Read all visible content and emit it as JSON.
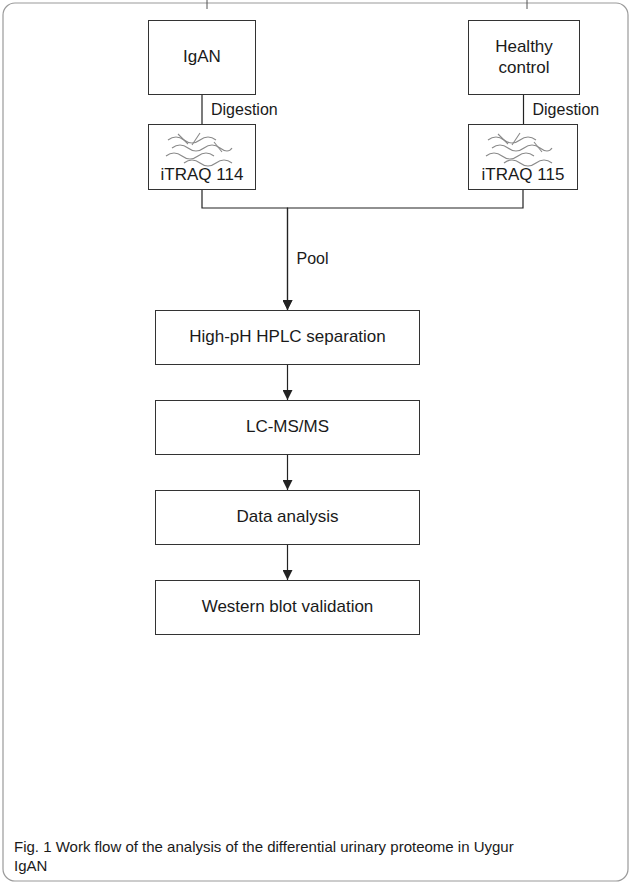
{
  "diagram": {
    "caption": "Fig. 1 Work flow of the analysis of the differential urinary proteome in Uygur IgAN",
    "nodes": [
      {
        "text": [
          "IgAN"
        ]
      },
      {
        "text": [
          "Healthy control"
        ]
      },
      {
        "text": [
          "iTRAQ 114"
        ]
      },
      {
        "text": [
          "iTRAQ 115"
        ]
      },
      {
        "text": [
          "High-pH HPLC separation"
        ]
      },
      {
        "text": [
          "LC-MS/MS"
        ]
      },
      {
        "text": [
          "Data analysis"
        ]
      },
      {
        "text": [
          "Western blot validation"
        ]
      }
    ],
    "edges": [
      {
        "from": 0,
        "to": 2,
        "arrow": "none",
        "label": "Digestion"
      },
      {
        "from": 1,
        "to": 3,
        "arrow": "none",
        "label": "Digestion"
      },
      {
        "from": 2,
        "to": 4,
        "arrow": "to",
        "label": "Pool"
      },
      {
        "from": 3,
        "to": 4,
        "arrow": "to"
      },
      {
        "from": 4,
        "to": 5,
        "arrow": "to"
      },
      {
        "from": 5,
        "to": 6,
        "arrow": "to"
      },
      {
        "from": 6,
        "to": 7,
        "arrow": "to"
      }
    ]
  }
}
